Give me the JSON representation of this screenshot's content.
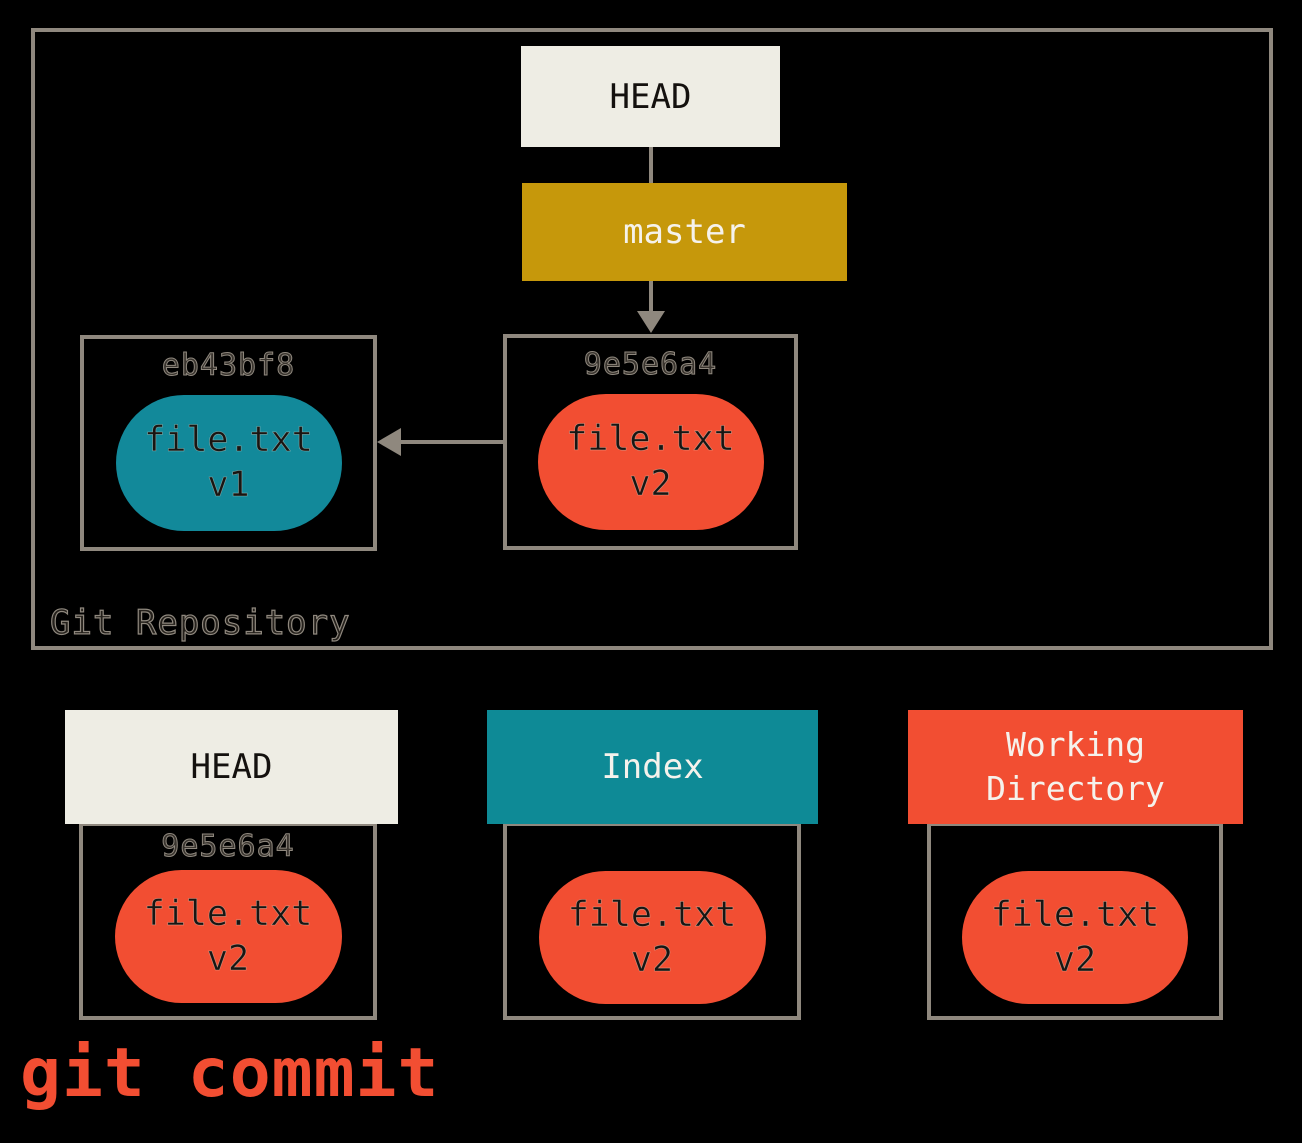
{
  "colors": {
    "background": "#000000",
    "cream": "#eeede4",
    "gold": "#c6980b",
    "teal": "#0e8a96",
    "red": "#f24e32",
    "border_gray": "#8f887e",
    "caption_red": "#f24e32"
  },
  "repository": {
    "label": "Git Repository",
    "head_ref": "HEAD",
    "branch_ref": "master",
    "commit_current": {
      "hash": "9e5e6a4",
      "file": "file.txt",
      "version": "v2"
    },
    "commit_parent": {
      "hash": "eb43bf8",
      "file": "file.txt",
      "version": "v1"
    }
  },
  "areas": {
    "head": {
      "title": "HEAD",
      "hash": "9e5e6a4",
      "file": "file.txt",
      "version": "v2"
    },
    "index": {
      "title": "Index",
      "file": "file.txt",
      "version": "v2"
    },
    "workdir": {
      "title": "Working\nDirectory",
      "file": "file.txt",
      "version": "v2"
    }
  },
  "caption": "git commit"
}
